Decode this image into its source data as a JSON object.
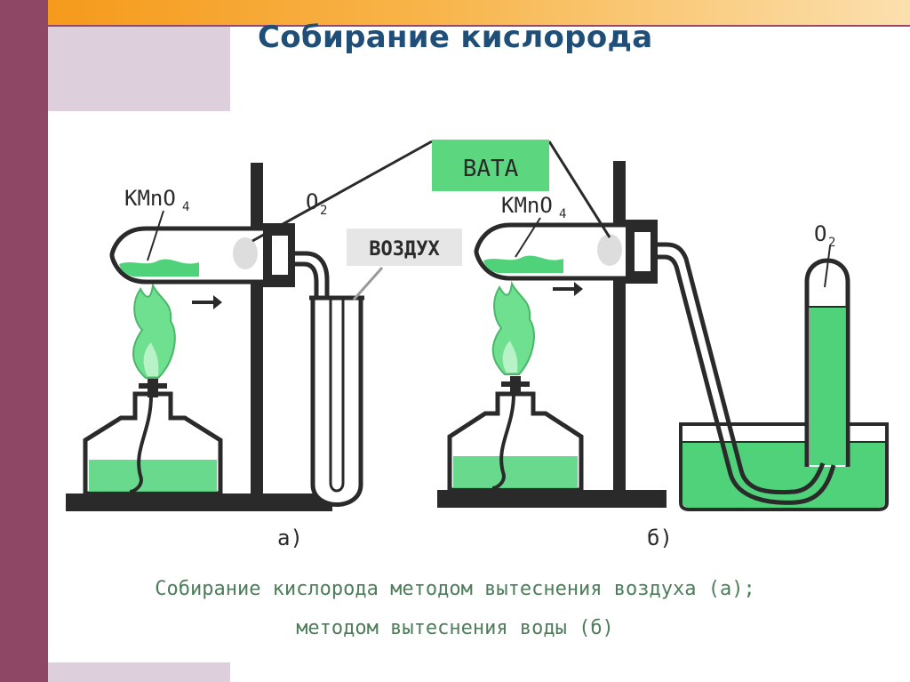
{
  "slide": {
    "title": "Собирание кислорода"
  },
  "diagram": {
    "labels": {
      "cotton": "ВАТА",
      "kmno4_a": "KMnO",
      "kmno4_b": "KMnO",
      "subscript_4": "4",
      "o2_a": "O",
      "o2_b": "O",
      "subscript_2": "2",
      "air": "ВОЗДУХ",
      "part_a": "а)",
      "part_b": "б)"
    }
  },
  "caption": {
    "line1": "Собирание кислорода методом вытеснения воздуха (а);",
    "line2": "методом вытеснения воды (б)"
  },
  "colors": {
    "accent_bar": "#8f4766",
    "title": "#1f4e79",
    "water_green": "#4fd27a",
    "label_green": "#5cd67f"
  }
}
